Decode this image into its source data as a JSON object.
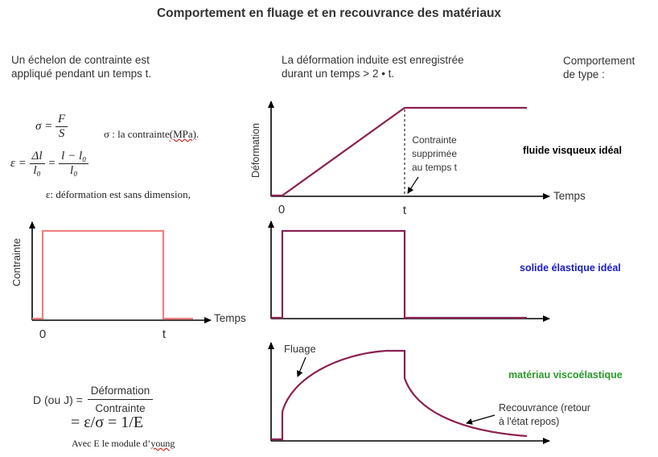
{
  "title": "Comportement en fluage et en recouvrance des matériaux",
  "headers": {
    "left_line1": "Un échelon de contrainte est",
    "left_line2": "appliqué pendant un temps t.",
    "mid_line1": "La déformation induite est enregistrée",
    "mid_line2": "durant un temps > 2 • t.",
    "right_line1": "Comportement",
    "right_line2": "de type :"
  },
  "formulas": {
    "sigma_lhs": "σ =",
    "sigma_num": "F",
    "sigma_den": "S",
    "sigma_desc_prefix": "σ : la contrainte",
    "sigma_desc_unit": "(MPa)",
    "sigma_desc_suffix": ".",
    "eps_lhs": "ε =",
    "eps_num1": "Δl",
    "eps_den1": "l₀",
    "eps_eq": "=",
    "eps_num2": "l − l₀",
    "eps_den2": "l₀",
    "eps_desc": "ε: déformation  est sans dimension,"
  },
  "input_graph": {
    "ylabel": "Contrainte",
    "xlabel": "Temps",
    "tick_0": "0",
    "tick_t": "t"
  },
  "graph1": {
    "ylabel": "Déformation",
    "xlabel": "Temps",
    "tick_0": "0",
    "tick_t": "t",
    "annotation_line1": "Contrainte",
    "annotation_line2": "supprimée",
    "annotation_line3": "au temps t"
  },
  "graph3": {
    "fluage_label": "Fluage",
    "recouvrance_line1": "Recouvrance (retour",
    "recouvrance_line2": "à l'état repos)"
  },
  "behaviors": {
    "fluid": "fluide visqueux idéal",
    "solid": "solide élastique idéal",
    "visco": "matériau viscoélastique"
  },
  "compliance": {
    "lhs": "D (ou J) =",
    "num": "Déformation",
    "den": "Contrainte",
    "result": "= ε/σ = 1/E",
    "note_prefix": "Avec E le module  d’",
    "note_word": "young"
  },
  "colors": {
    "curve": "#8b2252",
    "input_curve": "#f08080",
    "fluid_label": "#000000",
    "solid_label": "#1a1acc",
    "visco_label": "#2a9a2a",
    "axis": "#000000"
  }
}
